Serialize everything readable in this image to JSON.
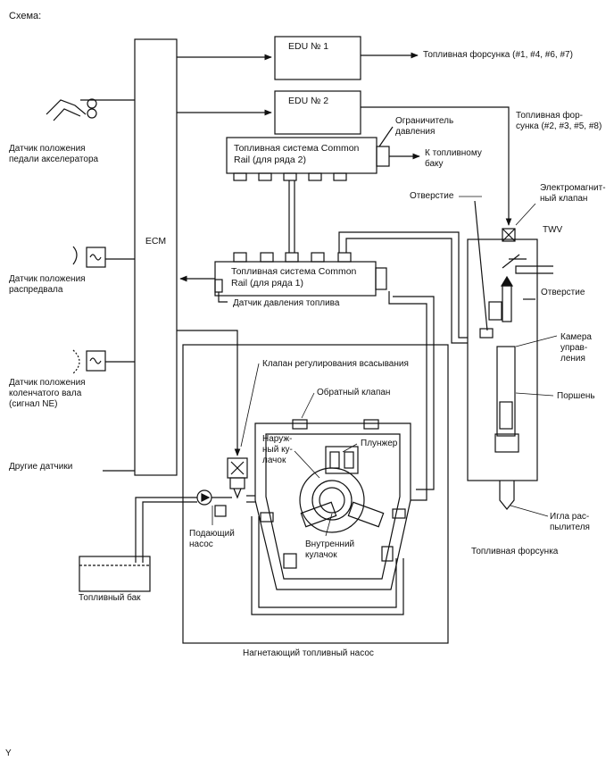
{
  "title": "Схема:",
  "ecm": "ECM",
  "edu1": "EDU № 1",
  "edu2": "EDU № 2",
  "rail2": "Топливная система Common\nRail (для ряда 2)",
  "rail1": "Топливная система Common\nRail (для ряда 1)",
  "labels": {
    "injectors1": "Топливная форсунка (#1, #4, #6, #7)",
    "injectors2": "Топливная фор-\nсунка (#2, #3, #5, #8)",
    "limiter": "Ограничитель\nдавления",
    "to_tank": "К топливному\nбаку",
    "accel": "Датчик положения\nпедали акселератора",
    "cam": "Датчик положения\nраспредвала",
    "crank": "Датчик положения\nколенчатого вала\n(сигнал NE)",
    "other": "Другие датчики",
    "fuel_pressure": "Датчик давления топлива",
    "intake_valve": "Клапан регулирования всасывания",
    "check_valve": "Обратный клапан",
    "outer_cam": "Наруж-\nный ку-\nлачок",
    "plunger": "Плунжер",
    "inner_cam": "Внутренний\nкулачок",
    "feed_pump": "Подающий\nнасос",
    "tank": "Топливный бак",
    "supply_pump": "Нагнетающий топливный насос",
    "orifice1": "Отверстие",
    "solenoid": "Электромагнит-\nный клапан",
    "twv": "TWV",
    "orifice2": "Отверстие",
    "control_chamber": "Камера\nуправ-\nления",
    "piston": "Поршень",
    "needle": "Игла рас-\nпылителя",
    "injector": "Топливная форсунка"
  },
  "footer": "Y"
}
